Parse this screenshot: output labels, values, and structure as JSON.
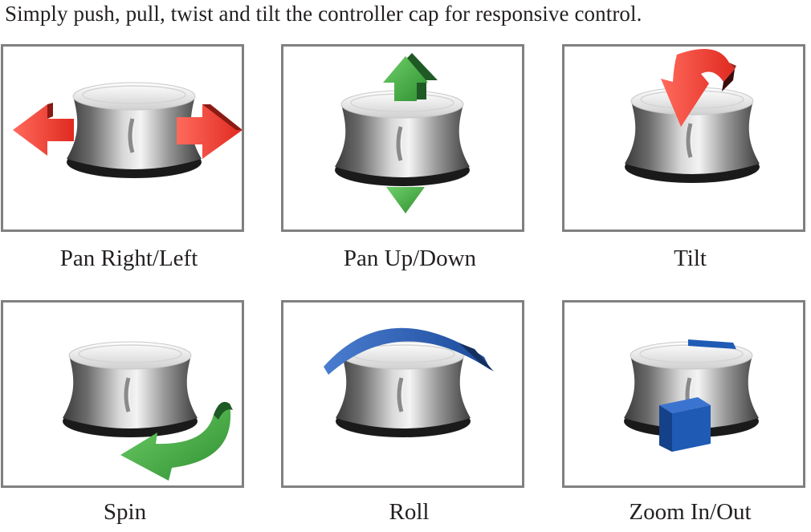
{
  "title": "Simply push, pull, twist and tilt the controller cap for responsive control.",
  "panels": [
    {
      "label": "Pan Right/Left",
      "arrow": "horizontal-double-arrow",
      "arrow_color": "#e8322e"
    },
    {
      "label": "Pan Up/Down",
      "arrow": "vertical-double-arrow",
      "arrow_color": "#3aa03a"
    },
    {
      "label": "Tilt",
      "arrow": "curved-down-arrow",
      "arrow_color": "#e8322e"
    },
    {
      "label": "Spin",
      "arrow": "curved-spin-arrow",
      "arrow_color": "#2e8b3a"
    },
    {
      "label": "Roll",
      "arrow": "arc-arrow",
      "arrow_color": "#2e5fb0"
    },
    {
      "label": "Zoom In/Out",
      "arrow": "push-block",
      "arrow_color": "#1f5bb5"
    }
  ]
}
